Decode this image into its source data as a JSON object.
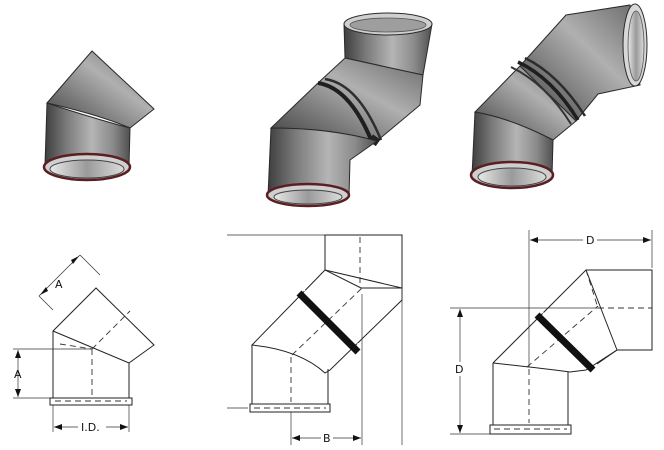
{
  "labels": {
    "dim_a_top": "A",
    "dim_a_left": "A",
    "dim_id": "I.D.",
    "dim_b": "B",
    "dim_d_top": "D",
    "dim_d_left": "D"
  },
  "colors": {
    "background": "#ffffff",
    "metal_dark": "#4a4a4a",
    "metal_mid": "#8c8c8c",
    "metal_light": "#d6d6d6",
    "gasket": "#5a1f22",
    "line": "#222222"
  },
  "figures": [
    {
      "kind": "render",
      "name": "elbow-45-render"
    },
    {
      "kind": "render",
      "name": "offset-adjustable-render"
    },
    {
      "kind": "render",
      "name": "elbow-90-adjustable-render"
    },
    {
      "kind": "drawing",
      "name": "elbow-45-drawing"
    },
    {
      "kind": "drawing",
      "name": "offset-adjustable-drawing"
    },
    {
      "kind": "drawing",
      "name": "elbow-90-adjustable-drawing"
    }
  ]
}
